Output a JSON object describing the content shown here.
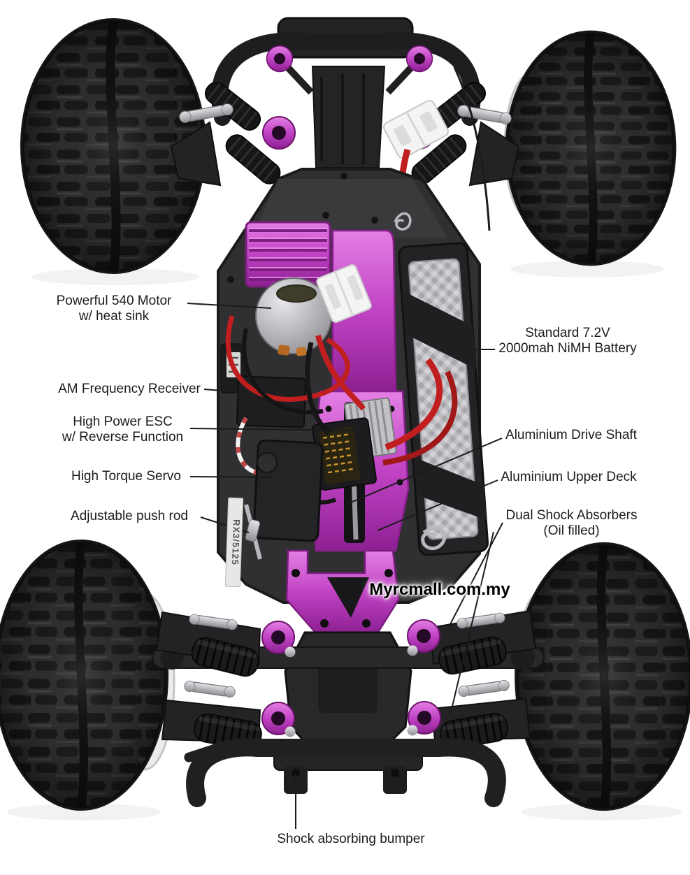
{
  "page": {
    "background": "#ffffff",
    "description_note": ""
  },
  "colors": {
    "anodized_purple": "#b437b4",
    "wire_red": "#c11f1f",
    "chassis_black": "#2b2b2d",
    "rim_white": "#ececec",
    "label_text": "#1b1b1b"
  },
  "watermark": {
    "text": "Myrcmall.com.my"
  },
  "stickers": {
    "servo_label": "RX3/5125"
  },
  "annotations": [
    {
      "id": "motor",
      "lines": [
        "Powerful 540 Motor",
        "w/ heat sink"
      ]
    },
    {
      "id": "battery",
      "lines": [
        "Standard 7.2V",
        "2000mah NiMH Battery"
      ]
    },
    {
      "id": "receiver",
      "lines": [
        "AM Frequency Receiver"
      ]
    },
    {
      "id": "esc",
      "lines": [
        "High Power ESC",
        "w/ Reverse Function"
      ]
    },
    {
      "id": "servo",
      "lines": [
        "High Torque Servo"
      ]
    },
    {
      "id": "pushrod",
      "lines": [
        "Adjustable push rod"
      ]
    },
    {
      "id": "driveshaft",
      "lines": [
        "Aluminium Drive Shaft"
      ]
    },
    {
      "id": "upperdeck",
      "lines": [
        "Aluminium Upper Deck"
      ]
    },
    {
      "id": "shocks",
      "lines": [
        "Dual Shock Absorbers",
        "(Oil filled)"
      ]
    },
    {
      "id": "bumper",
      "lines": [
        "Shock absorbing bumper"
      ]
    }
  ]
}
